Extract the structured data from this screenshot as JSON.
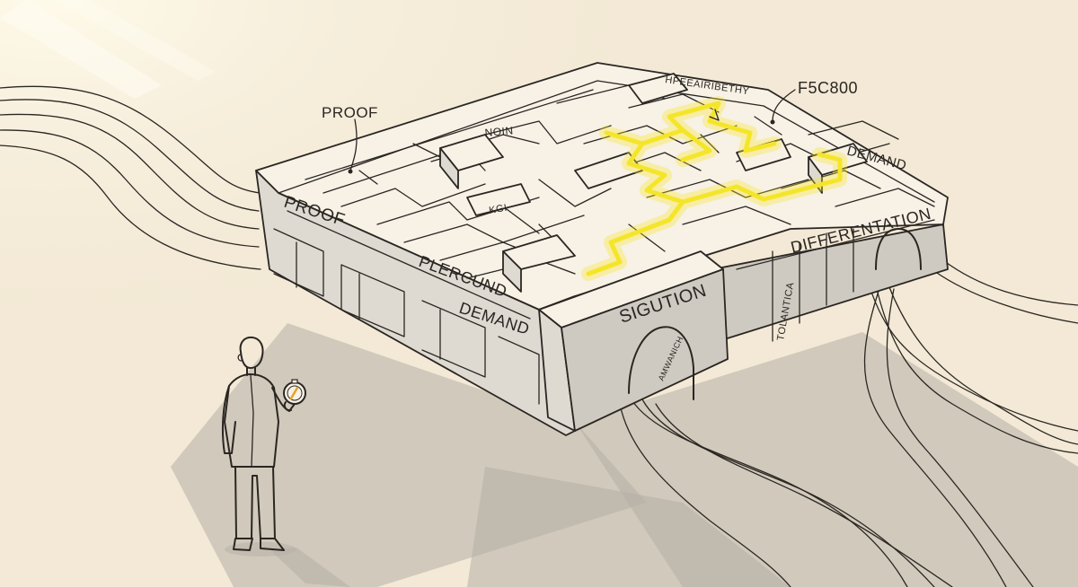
{
  "colors": {
    "background": "#f3e9d6",
    "path": "#f5e52a",
    "ink": "#2a2622"
  },
  "labels": {
    "proof_callout": "PROOF",
    "hex_callout": "F5C800",
    "top_wall": "HPEEAIRIBETHY",
    "inner_nogin": "NOIN",
    "inner_kgi": "KGI",
    "proof_wall": "PROOF",
    "plercund": "PLERCUND",
    "demand_front": "DEMAND",
    "sigution": "SIGUTION",
    "demand_right": "DEMAND",
    "differentation": "DIFFERENTATION",
    "arch_left_vertical": "AMWANICH",
    "right_vertical": "TOLANTICA"
  },
  "figure": {
    "icon": "compass-icon"
  }
}
